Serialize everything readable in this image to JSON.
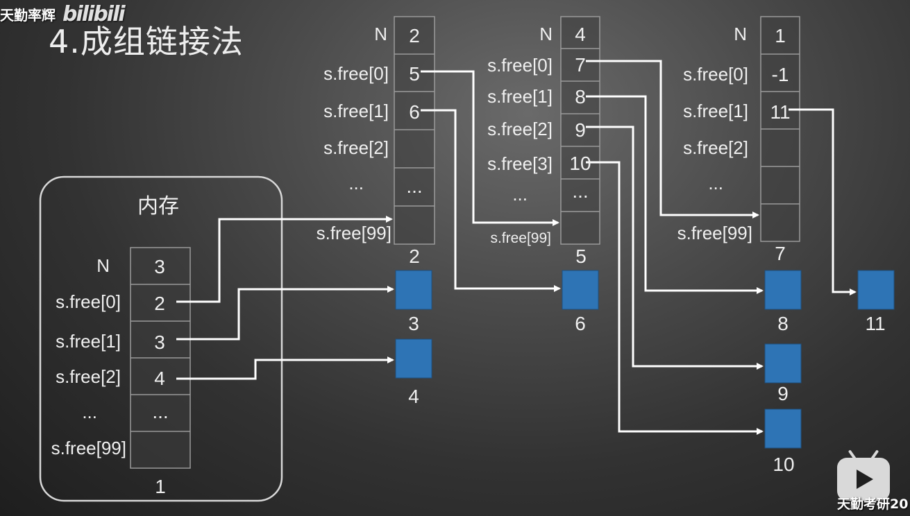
{
  "watermark": {
    "channel": "天勤率辉",
    "brand": "bilibili"
  },
  "title": "4.成组链接法",
  "memory_box": {
    "title": "内存",
    "labels": [
      "N",
      "s.free[0]",
      "s.free[1]",
      "s.free[2]",
      "...",
      "s.free[99]"
    ],
    "cells": [
      "3",
      "2",
      "3",
      "4",
      "...",
      ""
    ],
    "block_number": "1"
  },
  "group_block_2": {
    "labels": [
      "N",
      "s.free[0]",
      "s.free[1]",
      "s.free[2]",
      "...",
      "s.free[99]"
    ],
    "cells": [
      "2",
      "5",
      "6",
      "",
      "...",
      ""
    ],
    "block_number": "2"
  },
  "group_block_5": {
    "labels": [
      "N",
      "s.free[0]",
      "s.free[1]",
      "s.free[2]",
      "s.free[3]",
      "...",
      "s.free[99]"
    ],
    "cells": [
      "4",
      "7",
      "8",
      "9",
      "10",
      "...",
      ""
    ],
    "block_number": "5"
  },
  "group_block_7": {
    "labels": [
      "N",
      "s.free[0]",
      "s.free[1]",
      "s.free[2]",
      "...",
      "s.free[99]"
    ],
    "cells": [
      "1",
      "-1",
      "11",
      "",
      "...",
      ""
    ],
    "block_number": "7"
  },
  "free_blocks": [
    "3",
    "4",
    "6",
    "8",
    "9",
    "10",
    "11"
  ],
  "colors": {
    "free_block": "#2e74b5",
    "table_stroke": "#9a9a9a",
    "arrow": "#ffffff"
  },
  "bottom_watermark": "天勤考研20"
}
